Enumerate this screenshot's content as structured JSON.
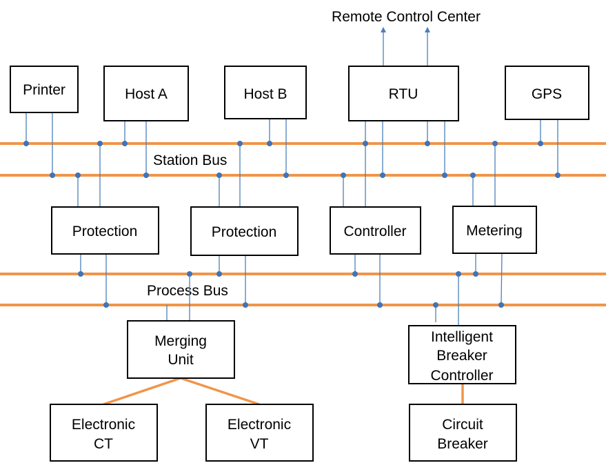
{
  "remote_center_label": "Remote Control Center",
  "station_bus_label": "Station Bus",
  "process_bus_label": "Process Bus",
  "nodes": {
    "printer": [
      "Printer"
    ],
    "host_a": [
      "Host  A"
    ],
    "host_b": [
      "Host  B"
    ],
    "rtu": [
      "RTU"
    ],
    "gps": [
      "GPS"
    ],
    "protection_1": [
      "Protection"
    ],
    "protection_2": [
      "Protection"
    ],
    "controller": [
      "Controller"
    ],
    "metering": [
      "Metering"
    ],
    "merging_unit": [
      "Merging",
      "Unit"
    ],
    "ibc": [
      "Intelligent",
      "Breaker",
      "Controller"
    ],
    "electronic_ct": [
      "Electronic",
      "CT"
    ],
    "electronic_vt": [
      "Electronic",
      "VT"
    ],
    "circuit_breaker": [
      "Circuit",
      "Breaker"
    ]
  },
  "colors": {
    "bus": "#f0954a",
    "connector": "#4a7fb8",
    "box_border": "#000000"
  }
}
